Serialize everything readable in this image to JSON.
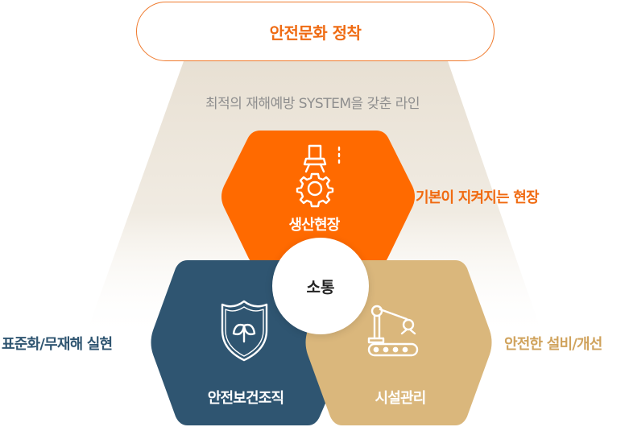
{
  "header": {
    "title": "안전문화 정착"
  },
  "subtitle": "최적의 재해예방 SYSTEM을 갖춘 라인",
  "center": {
    "label": "소통"
  },
  "hexagons": [
    {
      "label": "생산현장",
      "icon": "robot-arm-gear-icon",
      "color": "#ff6a00"
    },
    {
      "label": "안전보건조직",
      "icon": "shield-leaf-icon",
      "color": "#2f5571"
    },
    {
      "label": "시설관리",
      "icon": "conveyor-robot-icon",
      "color": "#d9b77c"
    }
  ],
  "side_labels": {
    "top_right": "기본이 지켜지는 현장",
    "left": "표준화/무재해 실현",
    "right": "안전한 설비/개선"
  },
  "colors": {
    "accent_orange": "#ef6b13",
    "navy": "#2f5571",
    "gold": "#d0a35d",
    "gray_text": "#8e8e8e"
  }
}
